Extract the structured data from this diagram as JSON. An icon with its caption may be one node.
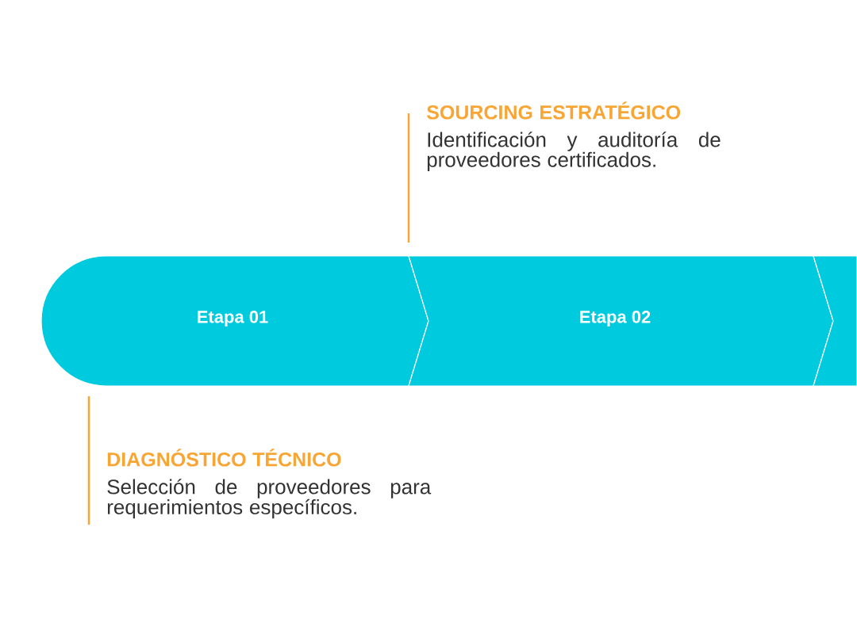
{
  "diagram": {
    "nodes": [
      {
        "text": [
          "Etapa 01"
        ]
      },
      {
        "text": [
          "Etapa 02"
        ]
      },
      {
        "text": [],
        "shape": "box"
      }
    ],
    "labels": [
      "SOURCING ESTRATÉGICO",
      "Identificación y auditoría de proveedores certificados.",
      "DIAGNÓSTICO TÉCNICO",
      "Selección de proveedores para requerimientos específicos."
    ]
  }
}
